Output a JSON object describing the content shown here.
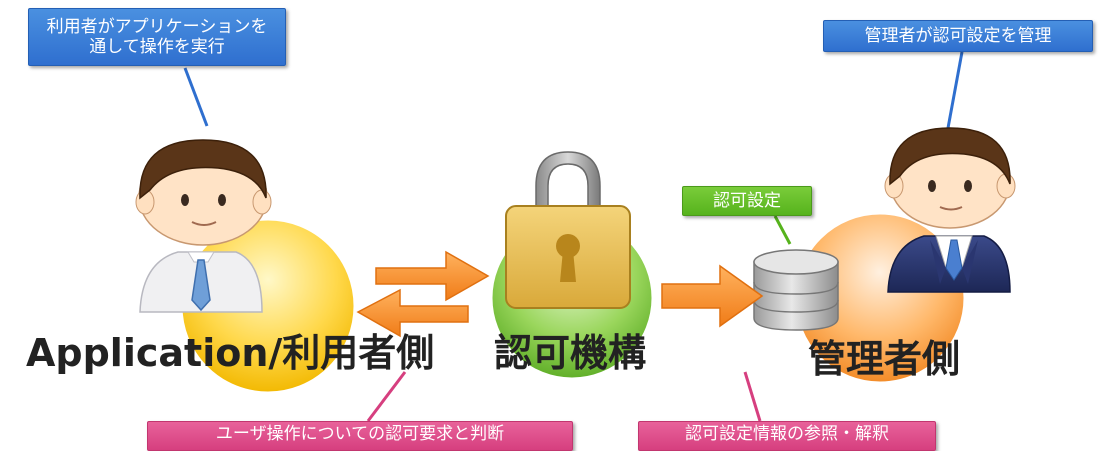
{
  "callouts": {
    "user_action": "利用者がアプリケーションを\n通して操作を実行",
    "admin_manage": "管理者が認可設定を管理",
    "auth_settings": "認可設定",
    "auth_request": "ユーザ操作についての認可要求と判断",
    "settings_ref": "認可設定情報の参照・解釈"
  },
  "nodes": {
    "app_user": "Application/利用者側",
    "auth_mechanism": "認可機構",
    "admin": "管理者側"
  },
  "colors": {
    "callout_blue": "#2f6fcf",
    "callout_pink": "#d63f7f",
    "callout_green": "#56b31c",
    "circle_yellow": "#f7c620",
    "circle_green": "#76c043",
    "circle_orange": "#f59a3c",
    "arrow_orange": "#f7912f"
  }
}
